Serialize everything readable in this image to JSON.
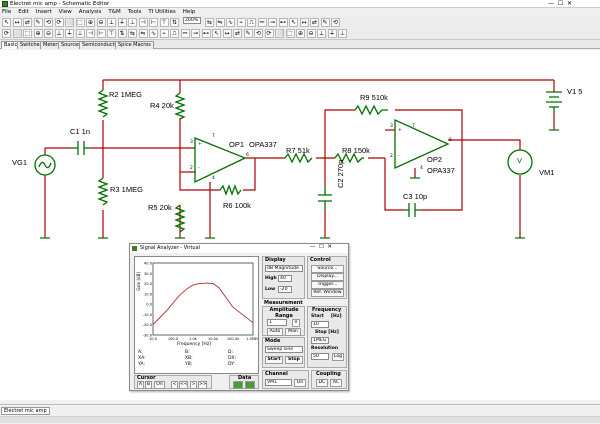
{
  "window": {
    "title": "Electret mic amp - Schematic Editor"
  },
  "menu": [
    "File",
    "Edit",
    "Insert",
    "View",
    "Analysis",
    "T&M",
    "Tools",
    "TI Utilities",
    "Help"
  ],
  "toolbar": {
    "zoom": "200%"
  },
  "tabs": [
    "Basic",
    "Switches",
    "Meters",
    "Sources",
    "Semiconductors",
    "Spice Macros"
  ],
  "schematic": {
    "r2": "R2 1MEG",
    "r4": "R4 20k",
    "c1": "C1 1n",
    "vg1": "VG1",
    "op1": "OP1",
    "op1_model": "OPA337",
    "r3": "R3 1MEG",
    "r5": "R5 20k",
    "r6": "R6 100k",
    "r7": "R7 51k",
    "r8": "R8 150k",
    "r9": "R9 510k",
    "c2": "C2 270p",
    "c3": "C3 10p",
    "op2": "OP2",
    "op2_model": "OPA337",
    "v1": "V1 5",
    "vm1": "VM1",
    "vm_symbol": "V",
    "pin3": "3",
    "pin2": "2",
    "pin7": "7",
    "pin4": "4",
    "pin6": "6",
    "plus": "+",
    "minus": "-"
  },
  "analyzer": {
    "title": "Signal Analyzer - Virtual",
    "plot": {
      "y_ticks": [
        "40.0",
        "30.0",
        "20.0",
        "10.0",
        "0.0",
        "-10.0",
        "-20.0",
        "-30.0"
      ],
      "x_ticks": [
        "10.0",
        "100.0",
        "1.0k",
        "10.0k",
        "100.0k",
        "1.0MEG"
      ],
      "xlabel": "Frequency [Hz]",
      "ylabel": "Gain [dB]",
      "readouts": [
        "A:",
        "XA:",
        "YA:",
        "B:",
        "XB:",
        "YB:",
        "D:",
        "DX:",
        "DY:"
      ]
    },
    "display": {
      "label": "Display",
      "mode": "dB Magnitude",
      "high_label": "High",
      "high": "40",
      "low_label": "Low",
      "low": "-20"
    },
    "control": {
      "label": "Control",
      "buttons": [
        "Source...",
        "Display...",
        "Trigger...",
        "Ref. Window"
      ]
    },
    "measurement": {
      "label": "Measurement"
    },
    "amplitude": {
      "label": "Amplitude Range",
      "value": "1",
      "unit": "V",
      "auto": "Auto",
      "man": "Man"
    },
    "mode": {
      "label": "Mode",
      "value": "Sweep sine",
      "start": "Start",
      "stop": "Stop"
    },
    "frequency": {
      "label": "Frequency",
      "start_label": "Start",
      "unit": "[Hz]",
      "start": "10",
      "stop_label": "Stop [Hz]",
      "stop": "1MEG",
      "res_label": "Resolution",
      "res": "50",
      "log": "Log"
    },
    "cursor": {
      "label": "Cursor",
      "buttons": [
        "A",
        "B",
        "On",
        "<",
        "<<",
        ">",
        ">>"
      ]
    },
    "data": {
      "label": "Data"
    },
    "channel": {
      "label": "Channel",
      "value": "VM1",
      "on": "On"
    },
    "coupling": {
      "label": "Coupling",
      "dc": "DC",
      "ac": "AC"
    }
  },
  "status": {
    "tab": "Electret mic amp"
  },
  "colors": {
    "wire": "#b00000",
    "component": "#007000",
    "curve": "#b03030"
  },
  "chart_data": {
    "type": "line",
    "x": [
      10,
      20,
      50,
      100,
      200,
      500,
      1000,
      2000,
      5000,
      10000,
      20000,
      50000,
      100000,
      1000000
    ],
    "series": [
      {
        "values": [
          -20,
          -14,
          -6,
          1,
          8,
          15,
          18.5,
          20,
          20.5,
          20,
          16,
          5,
          -3,
          -18
        ]
      }
    ],
    "xlabel": "Frequency [Hz]",
    "ylabel": "Gain [dB]",
    "xlim": [
      10,
      1000000
    ],
    "ylim": [
      -30,
      40
    ],
    "log_x": true,
    "grid": false
  }
}
